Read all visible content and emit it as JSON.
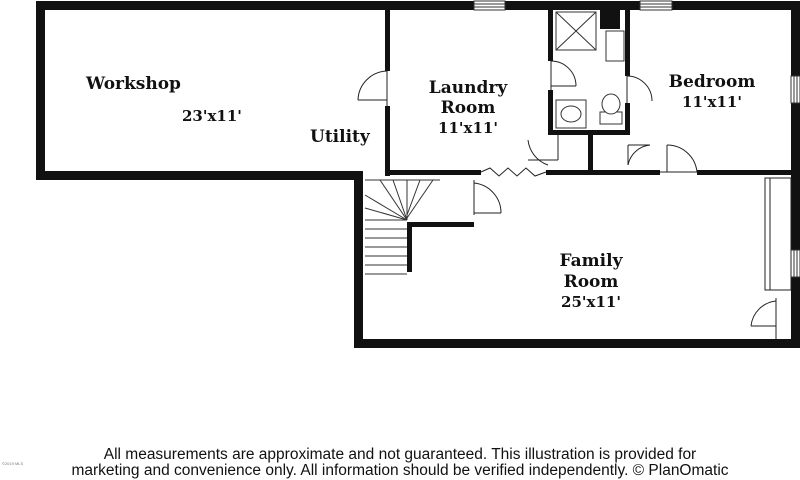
{
  "rooms": {
    "workshop": {
      "label": "Workshop",
      "dimensions": "23'x11'"
    },
    "utility": {
      "label": "Utility"
    },
    "laundry": {
      "label_line1": "Laundry",
      "label_line2": "Room",
      "dimensions": "11'x11'"
    },
    "bedroom": {
      "label": "Bedroom",
      "dimensions": "11'x11'"
    },
    "family": {
      "label_line1": "Family",
      "label_line2": "Room",
      "dimensions": "25'x11'"
    }
  },
  "disclaimer": {
    "line1": "All measurements are approximate and not guaranteed. This illustration is provided for",
    "line2": "marketing and convenience only. All information should be verified independently. © PlanOmatic"
  },
  "watermark": "©2019 MLS"
}
